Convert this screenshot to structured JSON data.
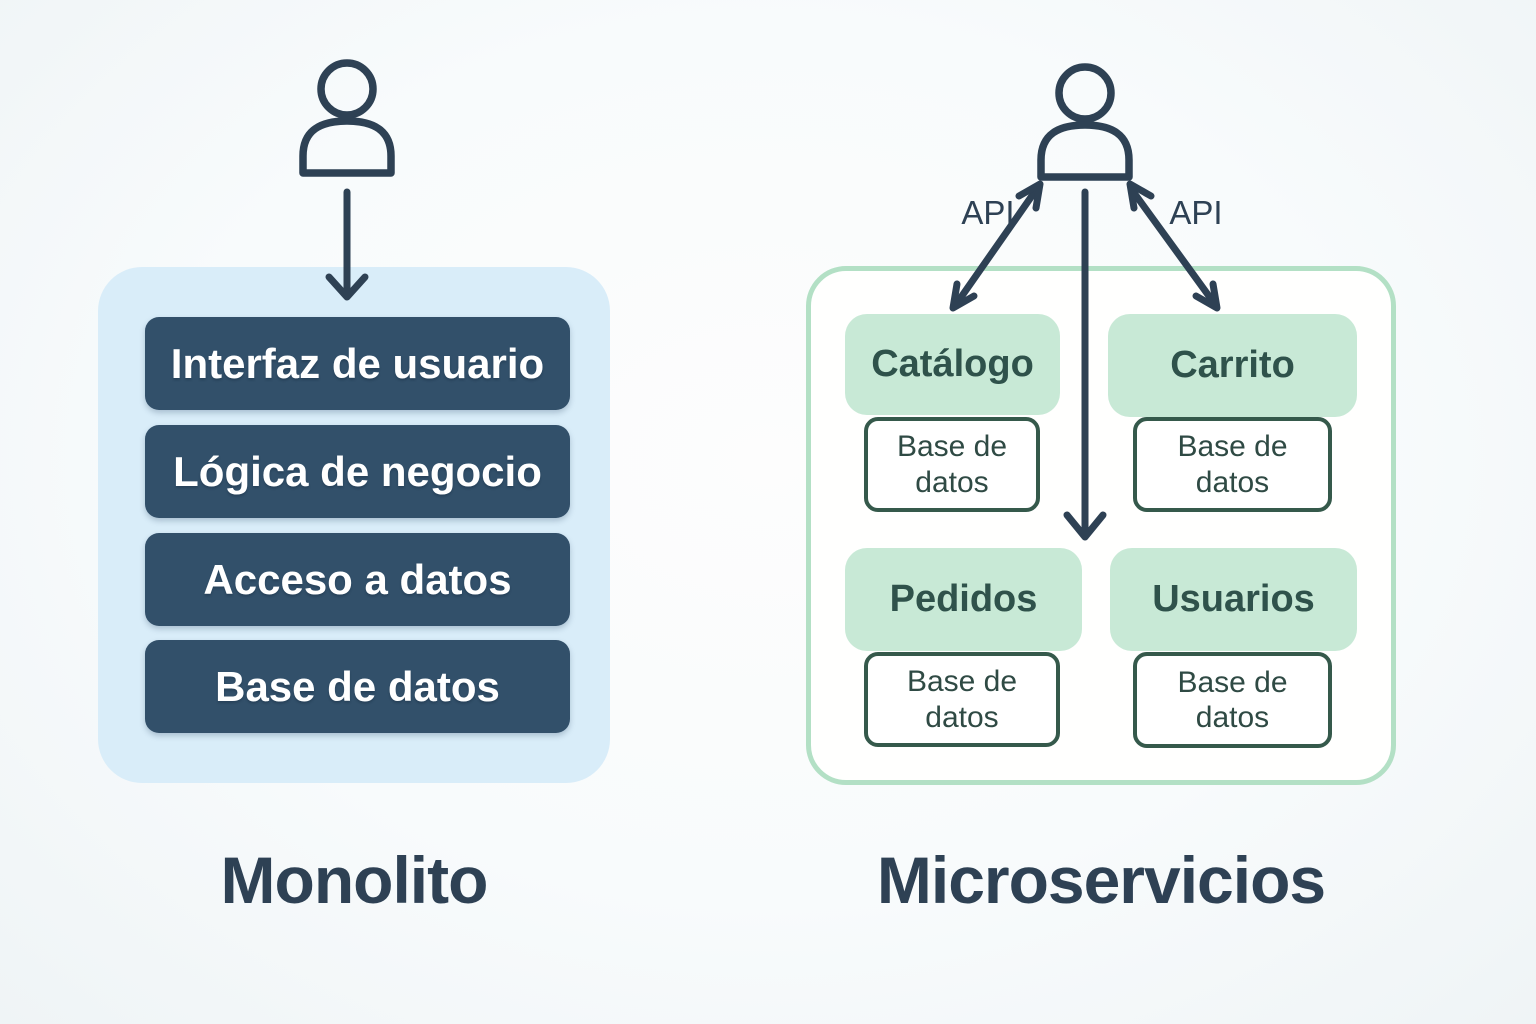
{
  "diagram": {
    "left": {
      "title": "Monolito",
      "icon": "user-icon",
      "layers": [
        {
          "label": "Interfaz de usuario"
        },
        {
          "label": "Lógica de negocio"
        },
        {
          "label": "Acceso a datos"
        },
        {
          "label": "Base de datos"
        }
      ]
    },
    "right": {
      "title": "Microservicios",
      "icon": "user-icon",
      "api_left": "API",
      "api_right": "API",
      "services": [
        {
          "name": "Catálogo",
          "db": "Base de datos"
        },
        {
          "name": "Carrito",
          "db": "Base de datos"
        },
        {
          "name": "Pedidos",
          "db": "Base de datos"
        },
        {
          "name": "Usuarios",
          "db": "Base de datos"
        }
      ]
    },
    "colors": {
      "ink": "#2e4154",
      "monolith_container_bg": "#d9edf9",
      "monolith_layer_bg": "#32506a",
      "monolith_layer_text": "#ffffff",
      "service_bg": "#c8e9d6",
      "service_text": "#2f524b",
      "db_border": "#35594b",
      "micro_container_border": "#b3e0c5",
      "background": "#f8fbfc"
    }
  }
}
